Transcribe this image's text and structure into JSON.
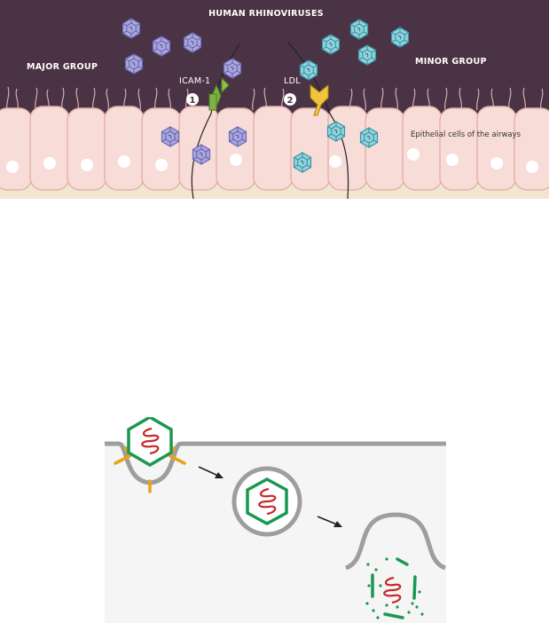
{
  "top_diagram": {
    "title": "HUMAN RHINOVIRUSES",
    "left_group_label": "MAJOR GROUP",
    "right_group_label": "MINOR GROUP",
    "receptor_1_label": "ICAM-1",
    "receptor_1_number": "1",
    "receptor_2_label": "LDL",
    "receptor_2_number": "2",
    "cells_label": "Epithelial cells of the airways",
    "colors": {
      "background": "#4a3344",
      "cell_fill": "#f7dcd7",
      "cell_outline": "#e8b8b0",
      "major_virus": "#9c99d6",
      "minor_virus": "#7ec9d6",
      "icam_receptor": "#7cb342",
      "ldl_receptor": "#f0c43c"
    }
  },
  "bottom_diagram": {
    "step_labels": [],
    "colors": {
      "membrane": "#9e9e9e",
      "capsid": "#1a9850",
      "rna": "#c62828",
      "receptor": "#e8a317",
      "panel": "#f5f5f5"
    }
  }
}
